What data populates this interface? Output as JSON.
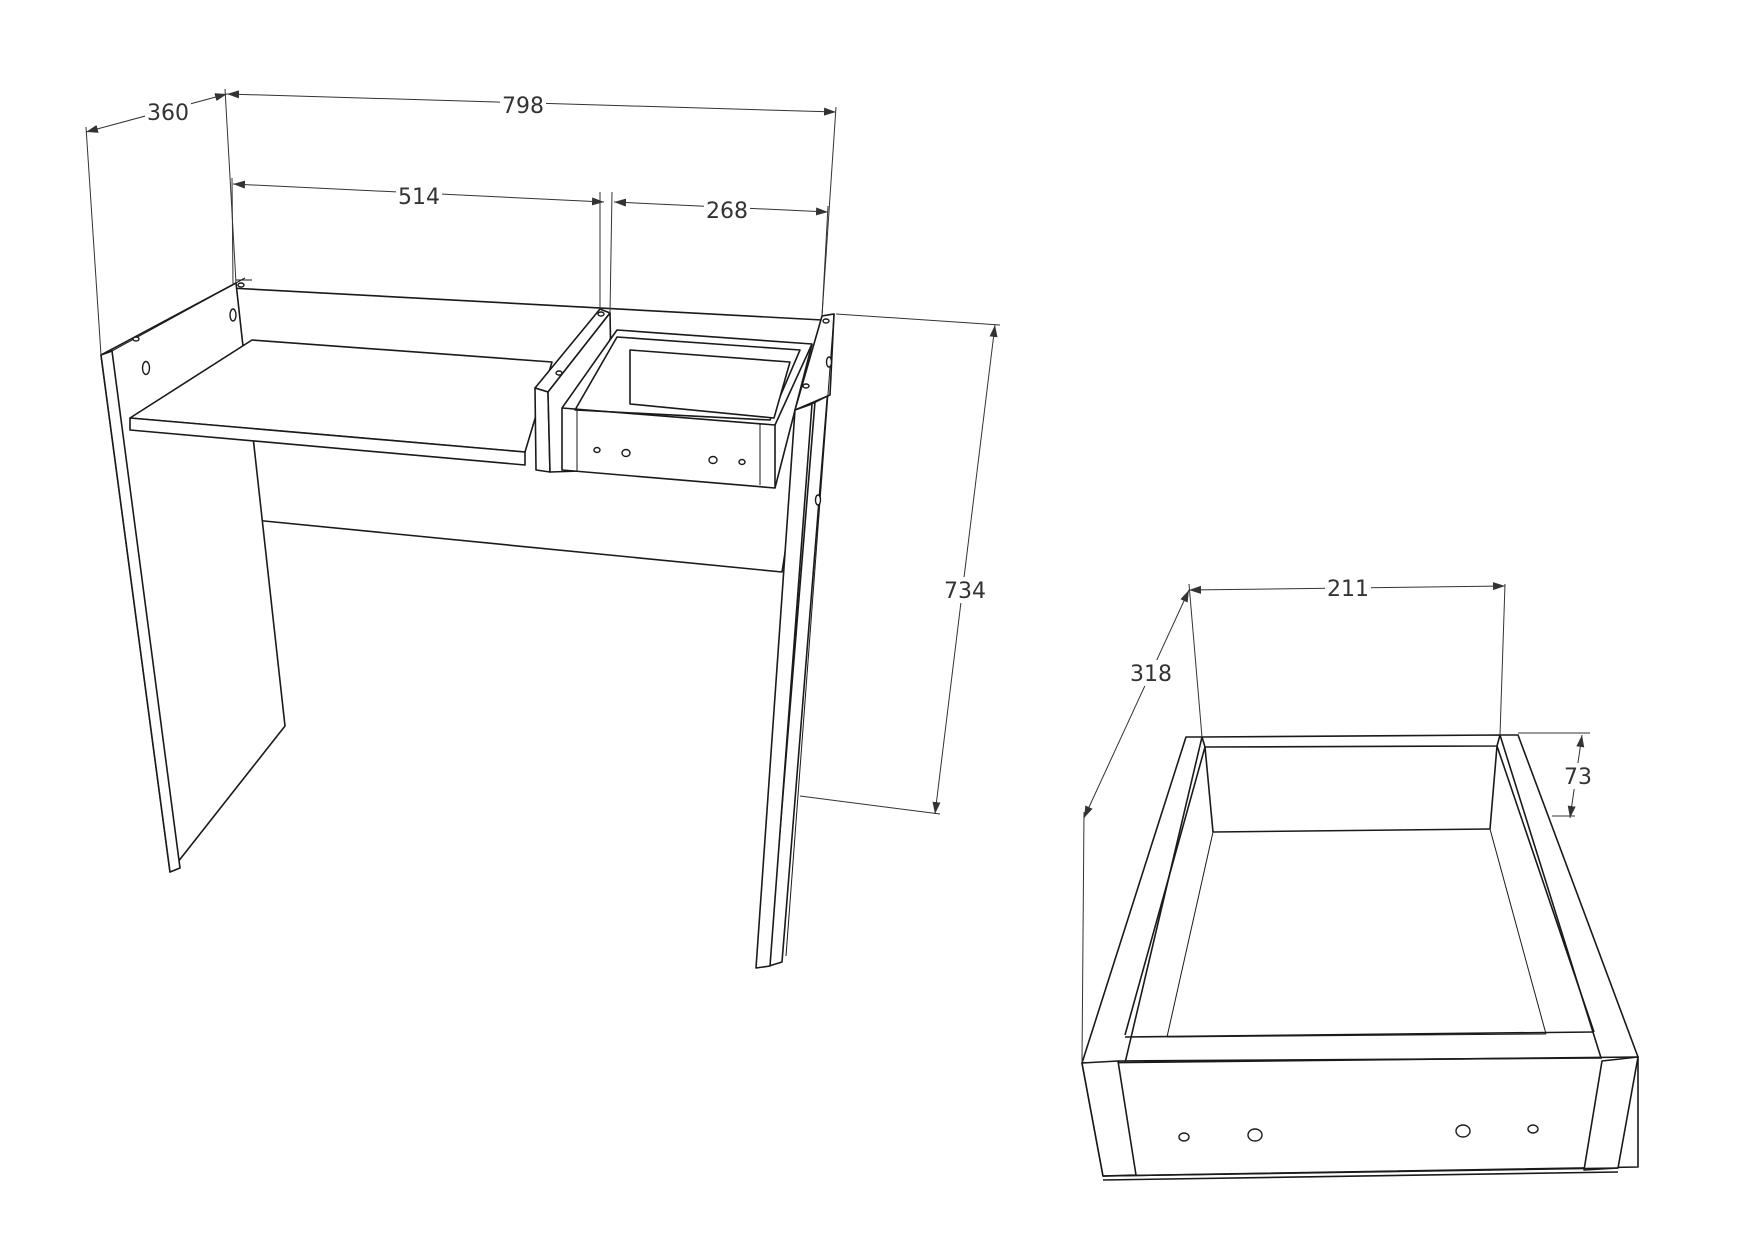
{
  "drawing": {
    "desk": {
      "dimensions": {
        "depth": "360",
        "total_width": "798",
        "open_section_width": "514",
        "drawer_section_width": "268",
        "height": "734"
      }
    },
    "drawer": {
      "dimensions": {
        "width": "211",
        "depth": "318",
        "height": "73"
      }
    }
  },
  "colors": {
    "line": "#1a1a1a",
    "dimension": "#333333",
    "background": "#ffffff"
  }
}
